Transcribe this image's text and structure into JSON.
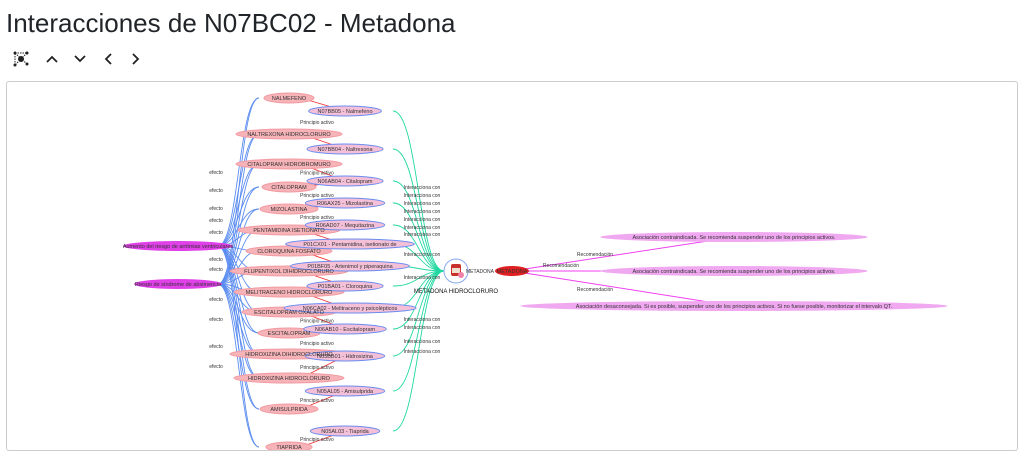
{
  "title": "Interacciones de N07BC02 - Metadona",
  "toolbar": {
    "icons": [
      "network-icon",
      "chevron-up-icon",
      "chevron-down-icon",
      "chevron-left-icon",
      "chevron-right-icon"
    ]
  },
  "graph": {
    "center": {
      "label": "METADONA HIDROCLORURO",
      "short": "METADONA",
      "atc": "METADONA"
    },
    "effects": [
      "Aumento del riesgo de arritmias ventriculares",
      "Riesgo de síndrome de abstinencia"
    ],
    "principles": [
      "NALMEFENO",
      "NALTREXONA HIDROCLORURO",
      "CITALOPRAM HIDROBROMURO",
      "CITALOPRAM",
      "MIZOLASTINA",
      "PENTAMIDINA ISETIONATO",
      "CLOROQUINA FOSFATO",
      "FLUPENTIXOL DIHIDROCLORURO",
      "MELITRACENO HIDROCLORURO",
      "ESCITALOPRAM OXALATO",
      "ESCITALOPRAM",
      "HIDROXIZINA DIHIDROCLORURO",
      "HIDROXIZINA HIDROCLORURO",
      "AMISULPRIDA",
      "TIAPRIDA"
    ],
    "atcs": [
      "N07BB05 - Nalmefeno",
      "N07BB04 - Naltrexona",
      "N06AB04 - Citalopram",
      "R06AX25 - Mizolastina",
      "R06AD07 - Mequitazina",
      "P01CX01 - Pentamidina, isetionato de",
      "P01BF05 - Artenimol y piperaquina",
      "P01BA01 - Cloroquina",
      "N06CA02 - Melitraceno y psicolépticos",
      "N06AB10 - Escitalopram",
      "N05BB01 - Hidroxizina",
      "N05AL05 - Amisulprida",
      "N05AL03 - Tiaprida"
    ],
    "recommendations": [
      "Asociación contraindicada. Se recomienda suspender uno de los principios activos.",
      "Asociación contraindicada. Se recomienda suspender uno de los principios activos.",
      "Asociación desaconsejada. Si es posible, suspender uno de los principios activos. Si no fuese posible, monitorizar el intervalo QT."
    ],
    "edge_labels": {
      "principle": "Principio activo",
      "effect": "efecto",
      "interacts": "Interacciona con",
      "recommendation": "Recomendación"
    },
    "colors": {
      "principle": "#f6b3b8",
      "atc": "#f4c0d8",
      "effect": "#e040e8",
      "center": "#e02020",
      "rec": "#f0a8f0",
      "blue": "#5a8cf0",
      "green": "#20d8a0",
      "red": "#f03030",
      "magenta": "#f040f0"
    }
  }
}
